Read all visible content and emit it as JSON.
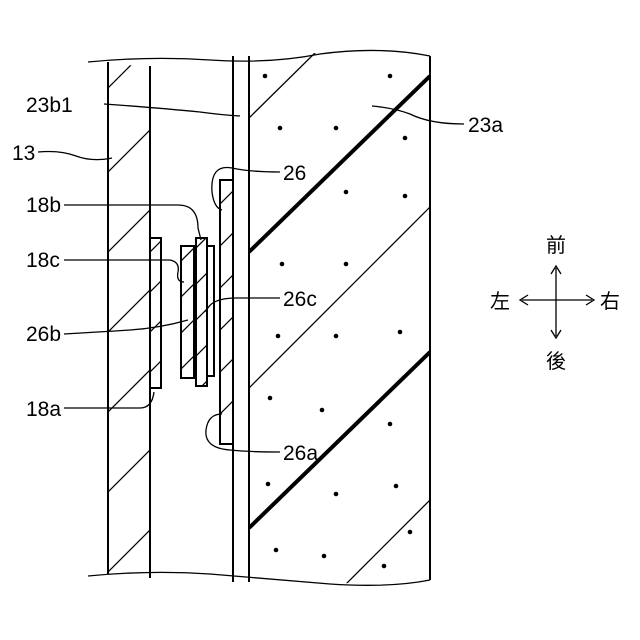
{
  "figure": {
    "labels": {
      "l_23b1": "23b1",
      "l_13": "13",
      "l_18b": "18b",
      "l_18c": "18c",
      "l_26b": "26b",
      "l_18a": "18a",
      "l_26": "26",
      "l_26c": "26c",
      "l_26a": "26a",
      "l_23a": "23a"
    },
    "directions": {
      "front": "前",
      "back": "後",
      "left": "左",
      "right": "右"
    }
  }
}
